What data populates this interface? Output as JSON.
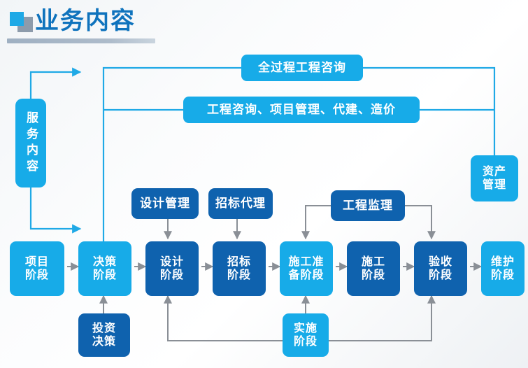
{
  "header": {
    "title": "业务内容",
    "icon_blue": "square-icon",
    "icon_gray": "square-icon"
  },
  "colors": {
    "cyan": "#17ABE8",
    "navy": "#0F62AE",
    "title_blue": "#0F73BD",
    "rule_gray": "#9FB0C2",
    "wire_gray": "#8A8F96",
    "wire_cyan": "#1FA9E6"
  },
  "diagram": {
    "type": "process-flow",
    "service_label": {
      "text": "服务内容",
      "color": "cyan"
    },
    "top_bars": [
      {
        "id": "full-process-consulting",
        "text": "全过程工程咨询",
        "color": "cyan"
      },
      {
        "id": "consulting-scope",
        "text": "工程咨询、项目管理、代建、造价",
        "color": "cyan"
      }
    ],
    "asset_box": {
      "id": "asset-management",
      "text": "资产\n管理",
      "color": "cyan"
    },
    "support_row": [
      {
        "id": "design-management",
        "text": "设计管理",
        "color": "navy"
      },
      {
        "id": "bidding-agency",
        "text": "招标代理",
        "color": "navy"
      },
      {
        "id": "construction-supervision",
        "text": "工程监理",
        "color": "navy"
      }
    ],
    "main_stages": [
      {
        "id": "project-stage",
        "text": "项目\n阶段",
        "color": "cyan"
      },
      {
        "id": "decision-stage",
        "text": "决策\n阶段",
        "color": "cyan"
      },
      {
        "id": "design-stage",
        "text": "设计\n阶段",
        "color": "navy"
      },
      {
        "id": "bidding-stage",
        "text": "招标\n阶段",
        "color": "navy"
      },
      {
        "id": "construction-prep-stage",
        "text": "施工准\n备阶段",
        "color": "cyan"
      },
      {
        "id": "construction-stage",
        "text": "施工\n阶段",
        "color": "navy"
      },
      {
        "id": "acceptance-stage",
        "text": "验收\n阶段",
        "color": "navy"
      },
      {
        "id": "maintenance-stage",
        "text": "维护\n阶段",
        "color": "cyan"
      }
    ],
    "bottom_nodes": [
      {
        "id": "investment-decision",
        "text": "投资\n决策",
        "color": "navy"
      },
      {
        "id": "implementation-stage",
        "text": "实施\n阶段",
        "color": "cyan"
      }
    ]
  }
}
